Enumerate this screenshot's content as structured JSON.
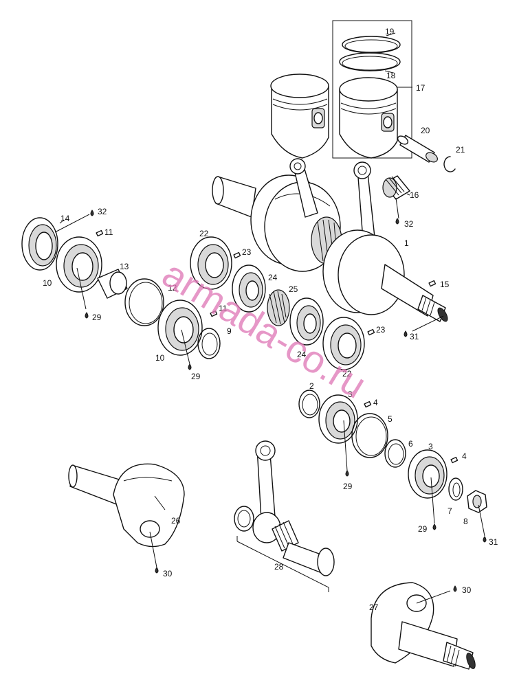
{
  "watermark": "armada-co.ru",
  "callouts": [
    {
      "id": "c19",
      "text": "19"
    },
    {
      "id": "c18",
      "text": "18"
    },
    {
      "id": "c17",
      "text": "17"
    },
    {
      "id": "c20",
      "text": "20"
    },
    {
      "id": "c21",
      "text": "21"
    },
    {
      "id": "c16",
      "text": "16"
    },
    {
      "id": "c32a",
      "text": "32"
    },
    {
      "id": "c1",
      "text": "1"
    },
    {
      "id": "c15",
      "text": "15"
    },
    {
      "id": "c31a",
      "text": "31"
    },
    {
      "id": "c14",
      "text": "14"
    },
    {
      "id": "c32b",
      "text": "32"
    },
    {
      "id": "c11a",
      "text": "11"
    },
    {
      "id": "c13",
      "text": "13"
    },
    {
      "id": "c10a",
      "text": "10"
    },
    {
      "id": "c29a",
      "text": "29"
    },
    {
      "id": "c22a",
      "text": "22"
    },
    {
      "id": "c23a",
      "text": "23"
    },
    {
      "id": "c24a",
      "text": "24"
    },
    {
      "id": "c25",
      "text": "25"
    },
    {
      "id": "c12",
      "text": "12"
    },
    {
      "id": "c11b",
      "text": "11"
    },
    {
      "id": "c9",
      "text": "9"
    },
    {
      "id": "c10b",
      "text": "10"
    },
    {
      "id": "c29b",
      "text": "29"
    },
    {
      "id": "c23b",
      "text": "23"
    },
    {
      "id": "c24b",
      "text": "24"
    },
    {
      "id": "c22b",
      "text": "22"
    },
    {
      "id": "c2",
      "text": "2"
    },
    {
      "id": "c3a",
      "text": "3"
    },
    {
      "id": "c4a",
      "text": "4"
    },
    {
      "id": "c5",
      "text": "5"
    },
    {
      "id": "c29c",
      "text": "29"
    },
    {
      "id": "c6",
      "text": "6"
    },
    {
      "id": "c3b",
      "text": "3"
    },
    {
      "id": "c4b",
      "text": "4"
    },
    {
      "id": "c7",
      "text": "7"
    },
    {
      "id": "c8",
      "text": "8"
    },
    {
      "id": "c29d",
      "text": "29"
    },
    {
      "id": "c31b",
      "text": "31"
    },
    {
      "id": "c26",
      "text": "26"
    },
    {
      "id": "c30a",
      "text": "30"
    },
    {
      "id": "c28",
      "text": "28"
    },
    {
      "id": "c30b",
      "text": "30"
    },
    {
      "id": "c27",
      "text": "27"
    }
  ]
}
